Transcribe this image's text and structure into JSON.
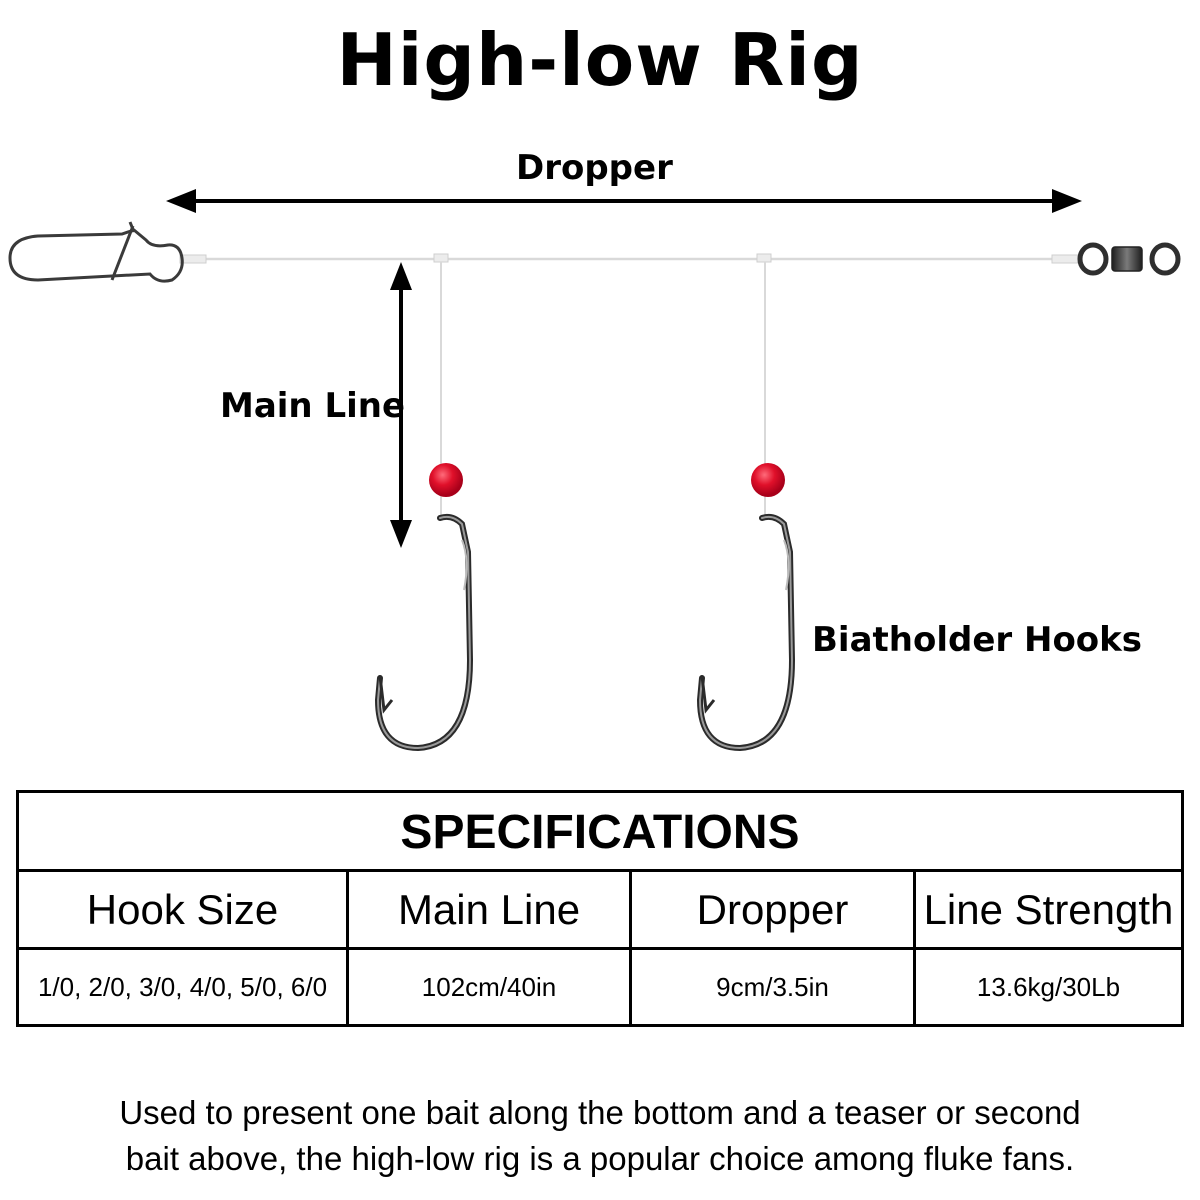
{
  "title": "High-low Rig",
  "diagram": {
    "labels": {
      "dropper": "Dropper",
      "main_line": "Main Line",
      "hooks": "Biatholder Hooks"
    },
    "components": [
      "snap-clip",
      "main-line",
      "dropper-line",
      "red-bead",
      "baitholder-hook",
      "barrel-swivel"
    ],
    "colors": {
      "bead": "#e0102a",
      "line": "#d9d9d9",
      "metal": "#3a3a3a",
      "arrow": "#000000"
    }
  },
  "specifications": {
    "title": "SPECIFICATIONS",
    "headers": [
      "Hook Size",
      "Main Line",
      "Dropper",
      "Line Strength"
    ],
    "values": [
      "1/0, 2/0, 3/0, 4/0, 5/0, 6/0",
      "102cm/40in",
      "9cm/3.5in",
      "13.6kg/30Lb"
    ]
  },
  "footer": {
    "lines": [
      "Used to present one bait along the bottom and a teaser or second",
      "bait above, the high-low rig is a popular choice among fluke fans."
    ]
  }
}
